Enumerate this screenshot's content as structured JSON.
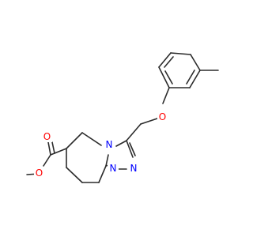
{
  "atoms": {
    "ester_O_carbonyl": "O",
    "ester_O_ether": "O",
    "phenoxy_O": "O",
    "ring_N_bridge": "N",
    "triazole_N1": "N",
    "triazole_N2": "N"
  },
  "colors": {
    "bond": "#2b2b2b",
    "oxygen": "#ff0000",
    "nitrogen": "#0000ff",
    "background": "#ffffff"
  }
}
